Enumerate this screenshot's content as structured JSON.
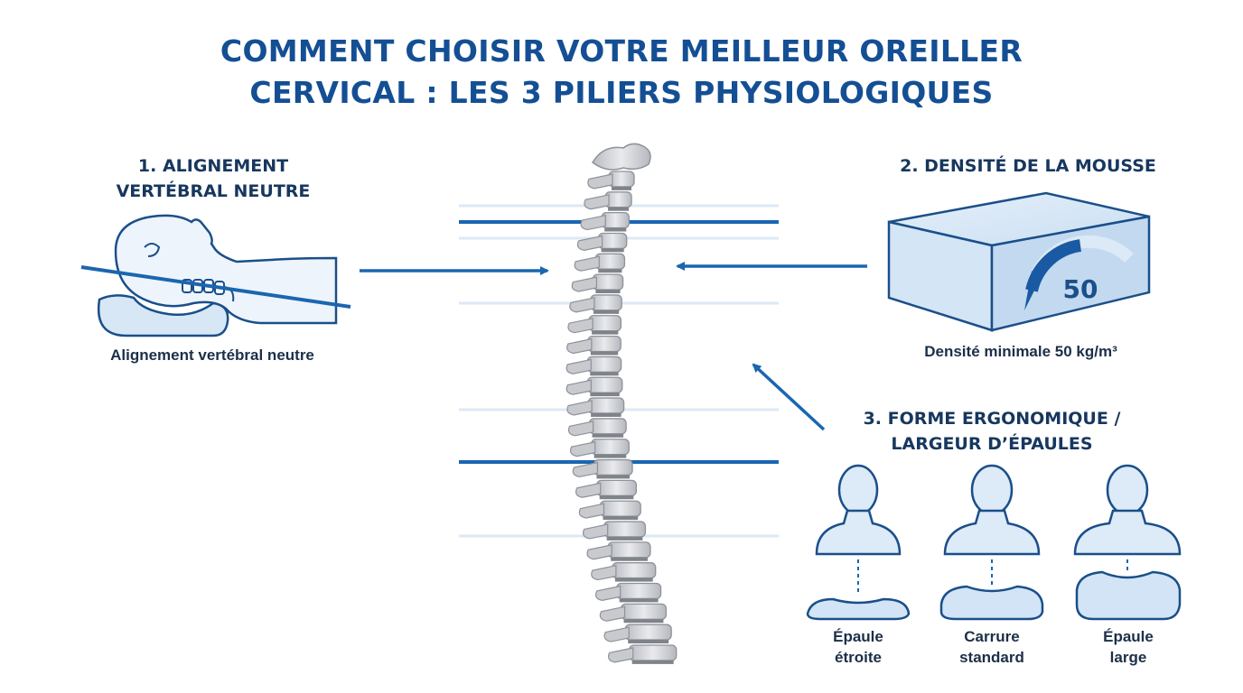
{
  "title": {
    "line1": "COMMENT CHOISIR VOTRE MEILLEUR OREILLER",
    "line2": "CERVICAL :  LES 3 PILIERS PHYSIOLOGIQUES"
  },
  "pillar1": {
    "heading_line1": "1. ALIGNEMENT",
    "heading_line2": "VERTÉBRAL NEUTRE",
    "caption": "Alignement vertébral neutre"
  },
  "pillar2": {
    "heading": "2. DENSITÉ DE LA MOUSSE",
    "gauge_value": "50",
    "caption": "Densité minimale 50 kg/m³"
  },
  "pillar3": {
    "heading_line1": "3. FORME ERGONOMIQUE /",
    "heading_line2": "LARGEUR D’ÉPAULES",
    "options": [
      {
        "line1": "Épaule",
        "line2": "étroite"
      },
      {
        "line1": "Carrure",
        "line2": "standard"
      },
      {
        "line1": "Épaule",
        "line2": "large"
      }
    ]
  },
  "colors": {
    "accent": "#1a66b0",
    "title": "#144f94",
    "foam": "#cfe2f3",
    "bone": "#d4d6da"
  }
}
